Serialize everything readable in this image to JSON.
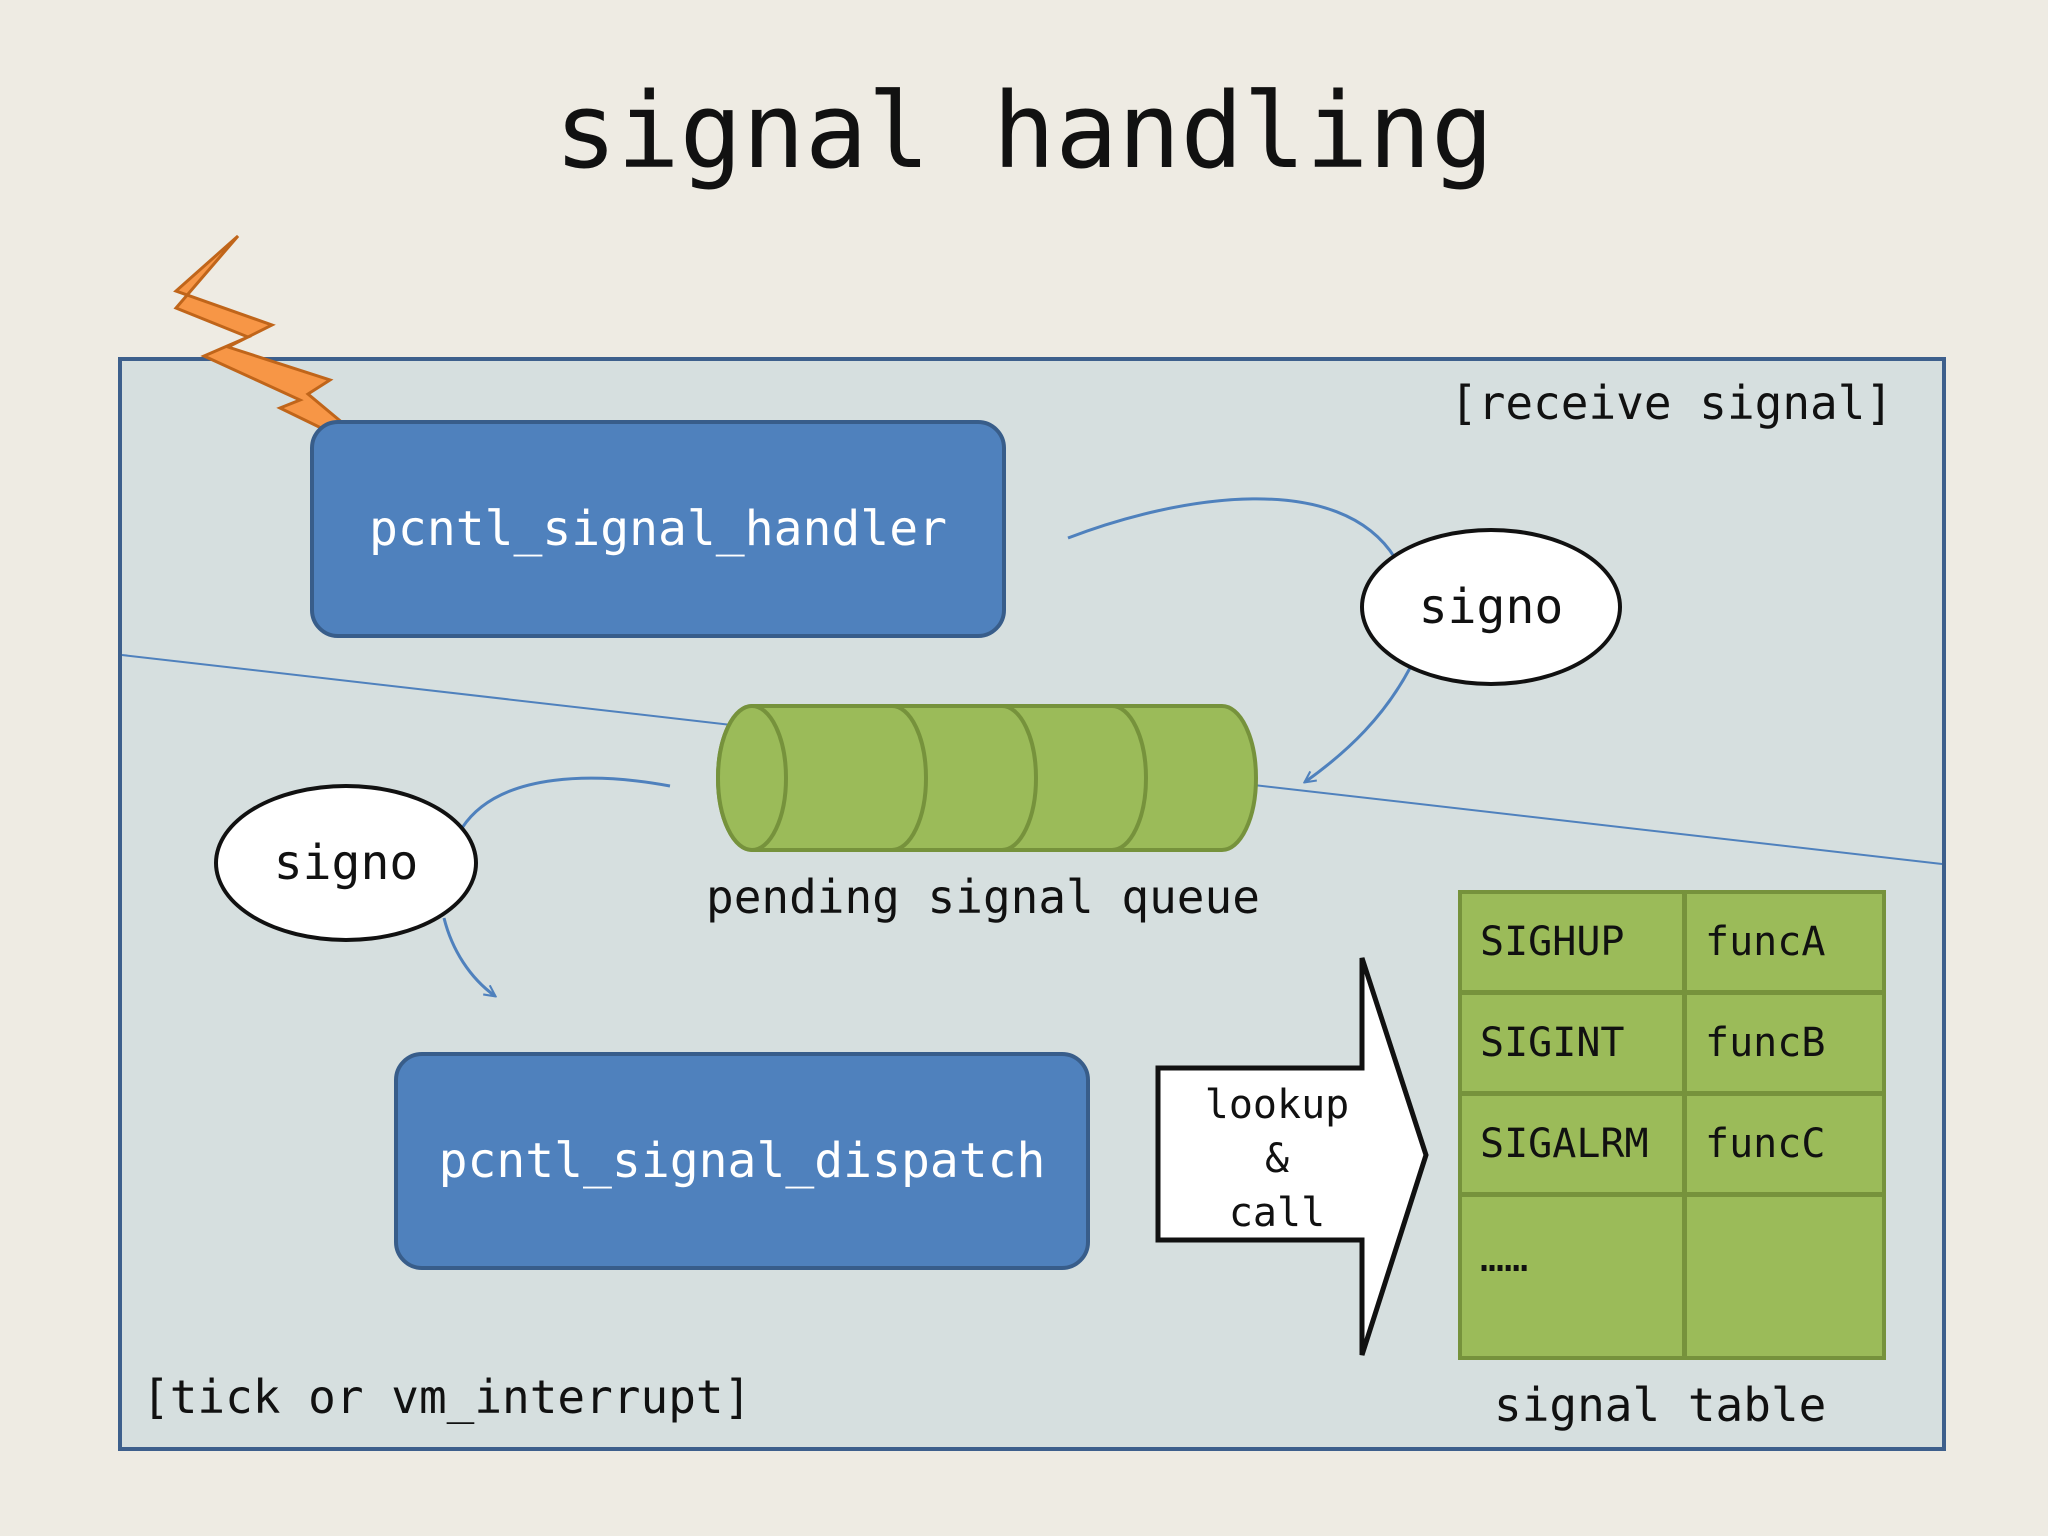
{
  "title": "signal handling",
  "region_labels": {
    "receive": "[receive signal]",
    "tick": "[tick or vm_interrupt]"
  },
  "handler_box": "pcntl_signal_handler",
  "dispatch_box": "pcntl_signal_dispatch",
  "signo_top": "signo",
  "signo_left": "signo",
  "queue_label": "pending signal queue",
  "lookup_lines": [
    "lookup",
    "&",
    "call"
  ],
  "table_label": "signal table",
  "signal_table": [
    {
      "signal": "SIGHUP",
      "func": "funcA"
    },
    {
      "signal": "SIGINT",
      "func": "funcB"
    },
    {
      "signal": "SIGALRM",
      "func": "funcC"
    },
    {
      "signal": "……",
      "func": ""
    }
  ],
  "colors": {
    "background": "#eeebe3",
    "frame_fill": "#d6dfdf",
    "frame_border": "#3d5f8c",
    "box_blue": "#4f81bd",
    "queue_green": "#9bbb59",
    "lightning": "#f79646"
  },
  "icons": {
    "lightning": "lightning-bolt-icon"
  }
}
